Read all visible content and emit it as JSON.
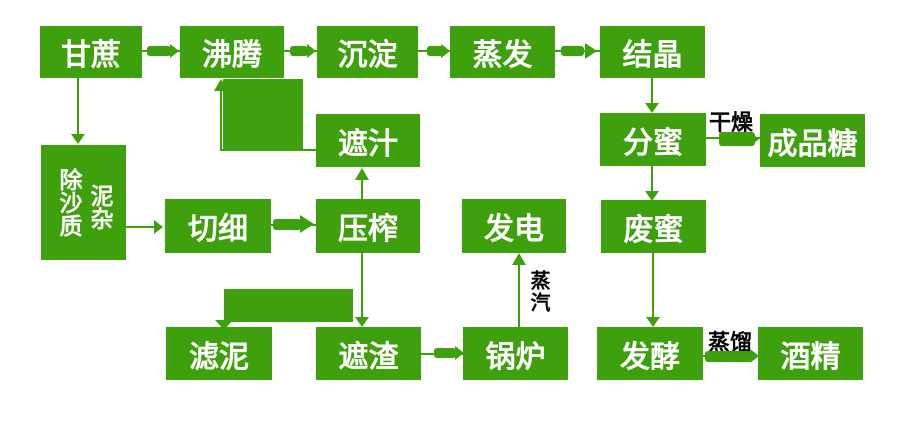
{
  "colors": {
    "green": "#3EA00C",
    "text_white": "#FFFFFF",
    "label_black": "#000000",
    "background": "#FFFFFF"
  },
  "nodes": {
    "ganzhe": {
      "label": "甘蔗"
    },
    "feiteng": {
      "label": "沸腾"
    },
    "chendian": {
      "label": "沉淀"
    },
    "zhengfa": {
      "label": "蒸发"
    },
    "jiejing": {
      "label": "结晶"
    },
    "zhezhi": {
      "label": "遮汁"
    },
    "fenmi": {
      "label": "分蜜"
    },
    "chengpintang": {
      "label": "成品糖"
    },
    "chuzha": {
      "col1": "除沙质",
      "col2": "泥杂"
    },
    "qiexi": {
      "label": "切细"
    },
    "yazha": {
      "label": "压榨"
    },
    "fadian": {
      "label": "发电"
    },
    "feimi": {
      "label": "废蜜"
    },
    "lvni": {
      "label": "滤泥"
    },
    "zhezha": {
      "label": "遮渣"
    },
    "guolu": {
      "label": "锅炉"
    },
    "fajiao": {
      "label": "发酵"
    },
    "jiujing": {
      "label": "酒精"
    }
  },
  "edge_labels": {
    "drying": "干燥",
    "distillation": "蒸馏",
    "steam": "蒸汽"
  }
}
